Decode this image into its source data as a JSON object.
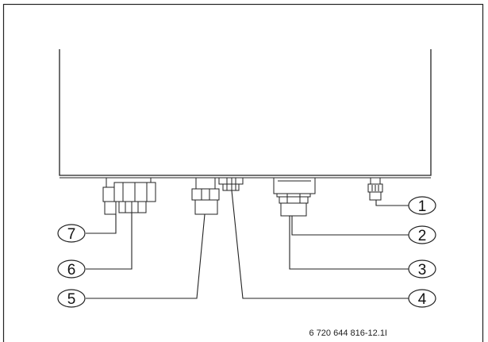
{
  "diagram": {
    "callouts": [
      {
        "id": "c1",
        "label": "1"
      },
      {
        "id": "c2",
        "label": "2"
      },
      {
        "id": "c3",
        "label": "3"
      },
      {
        "id": "c4",
        "label": "4"
      },
      {
        "id": "c5",
        "label": "5"
      },
      {
        "id": "c6",
        "label": "6"
      },
      {
        "id": "c7",
        "label": "7"
      }
    ],
    "reference_code": "6 720 644 816-12.1I"
  }
}
